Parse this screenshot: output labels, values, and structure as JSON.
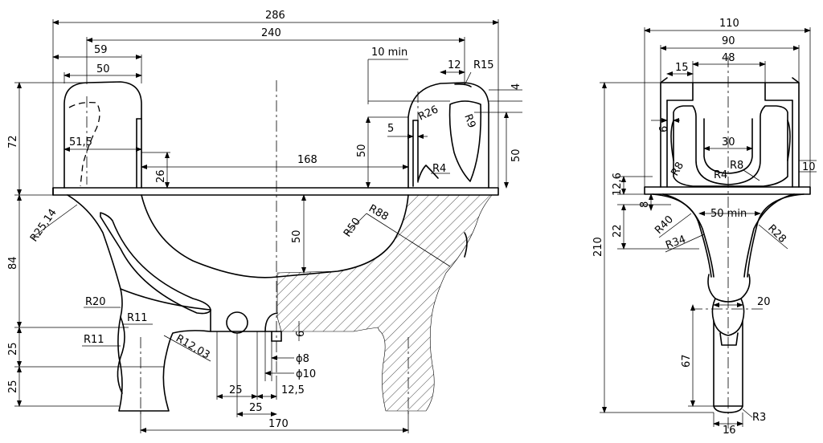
{
  "labels": {
    "d286": "286",
    "d240": "240",
    "d59": "59",
    "d50a": "50",
    "d10min": "10 min",
    "d12": "12",
    "r15": "R15",
    "d4": "4",
    "r26": "R26",
    "r9": "R9",
    "d5": "5",
    "d50b": "50",
    "d50c": "50",
    "d72": "72",
    "d515": "51,5",
    "d168": "168",
    "d26": "26",
    "r4a": "R4",
    "r2514": "R25,14",
    "r88": "R88",
    "r50": "R50",
    "d50d": "50",
    "d84": "84",
    "r20": "R20",
    "r11a": "R11",
    "r11b": "R11",
    "r1203": "R12,03",
    "d25a": "25",
    "d25b": "25",
    "d6": "6",
    "phi8": "ϕ8",
    "phi10": "ϕ10",
    "d25c": "25",
    "d125": "12,5",
    "d25d": "25",
    "d170": "170",
    "d110": "110",
    "d90": "90",
    "d15": "15",
    "d48": "48",
    "d6b": "6",
    "d30": "30",
    "r8a": "R8",
    "r4b": "R4",
    "r8b": "R8",
    "d10": "10",
    "d126": "12,6",
    "d8": "8",
    "d50min": "50 min",
    "d22": "22",
    "r40": "R40",
    "r34": "R34",
    "r28": "R28",
    "d210": "210",
    "d20": "20",
    "d67": "67",
    "d16": "16",
    "r3": "R3"
  }
}
